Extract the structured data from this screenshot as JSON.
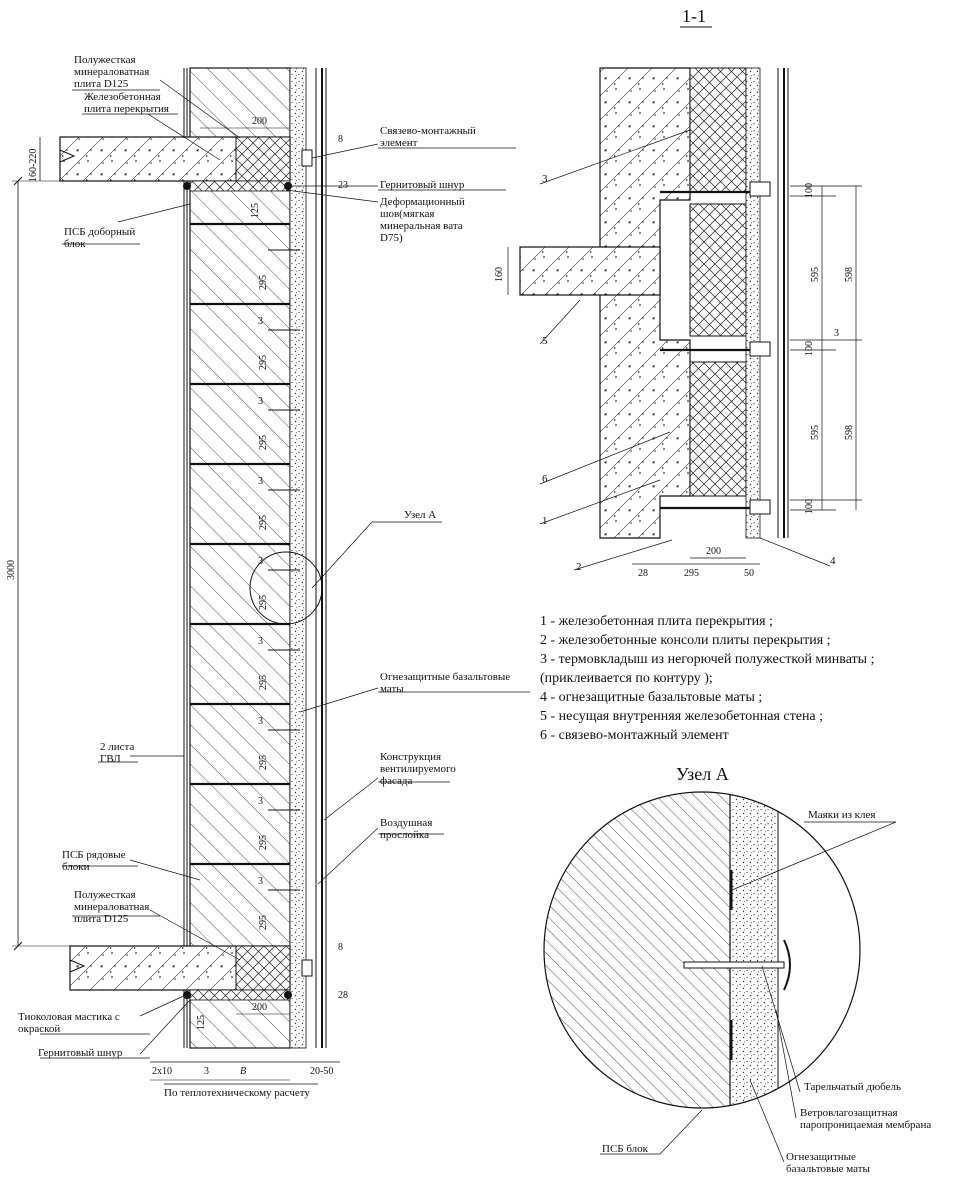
{
  "section_title": "1-1",
  "node_title": "Узел А",
  "left_labels": {
    "mineral_top": [
      "Полужесткая",
      "минераловатная",
      "плита D125"
    ],
    "slab": [
      "Железобетонная",
      "плита перекрытия"
    ],
    "connector": [
      "Связево-монтажный",
      "элемент"
    ],
    "gernit_top": "Гернитовый шнур",
    "deform": [
      "Деформационный",
      "шов(мягкая",
      "минеральная вата",
      "D75)"
    ],
    "psb_extra": [
      "ПСБ доборный",
      "блок"
    ],
    "node_a": "Узел А",
    "fire_mats": [
      "Огнезащитные базальтовые",
      "маты"
    ],
    "gvl": [
      "2 листа",
      "ГВЛ"
    ],
    "facade": [
      "Конструкция",
      "вентилируемого",
      "фасада"
    ],
    "air": [
      "Воздушная",
      "прослойка"
    ],
    "psb_row": [
      "ПСБ рядовые",
      "блоки"
    ],
    "mineral_bottom": [
      "Полужесткая",
      "минераловатная",
      "плита D125"
    ],
    "mastic": [
      "Тиоколовая мастика с",
      "окраской"
    ],
    "gernit_bottom": "Гернитовый шнур",
    "thermal": "По теплотехническому расчету"
  },
  "left_dims": {
    "d160_220": "160-220",
    "d3000": "3000",
    "d200_top": "200",
    "d125_top": "125",
    "d200_bot": "200",
    "d125_bot": "125",
    "d8_a": "8",
    "d23": "23",
    "d8_b": "8",
    "d28": "28",
    "d2x10": "2x10",
    "d3": "3",
    "dB": "B",
    "d20_50": "20-50",
    "block_h": "295",
    "joint": "3"
  },
  "section_dims": {
    "d160": "160",
    "d100_a": "100",
    "d595_a": "595",
    "d598_a": "598",
    "d3": "3",
    "d100_b": "100",
    "d595_b": "595",
    "d598_b": "598",
    "d100_c": "100",
    "d200": "200",
    "d28": "28",
    "d295": "295",
    "d50": "50",
    "n3": "3",
    "n5": "5",
    "n6": "6",
    "n1": "1",
    "n2": "2",
    "n4": "4"
  },
  "legend": [
    "1 -  железобетонная плита перекрытия ;",
    "2 -  железобетонные консоли плиты перекрытия ;",
    "3 -  термовкладыш из негорючей полужесткой минваты ;",
    "(приклеивается по контуру );",
    "4 -  огнезащитные базальтовые маты ;",
    "5 -   несущая внутренняя железобетонная стена ;",
    "6 -  связево-монтажный элемент"
  ],
  "node_labels": {
    "glue": "Маяки из клея",
    "dowel": "Тарельчатый дюбель",
    "membrane": [
      "Ветровлагозащитная",
      "паропроницаемая мембрана"
    ],
    "psb": "ПСБ блок",
    "mats": [
      "Огнезащитные",
      "базальтовые маты"
    ]
  }
}
